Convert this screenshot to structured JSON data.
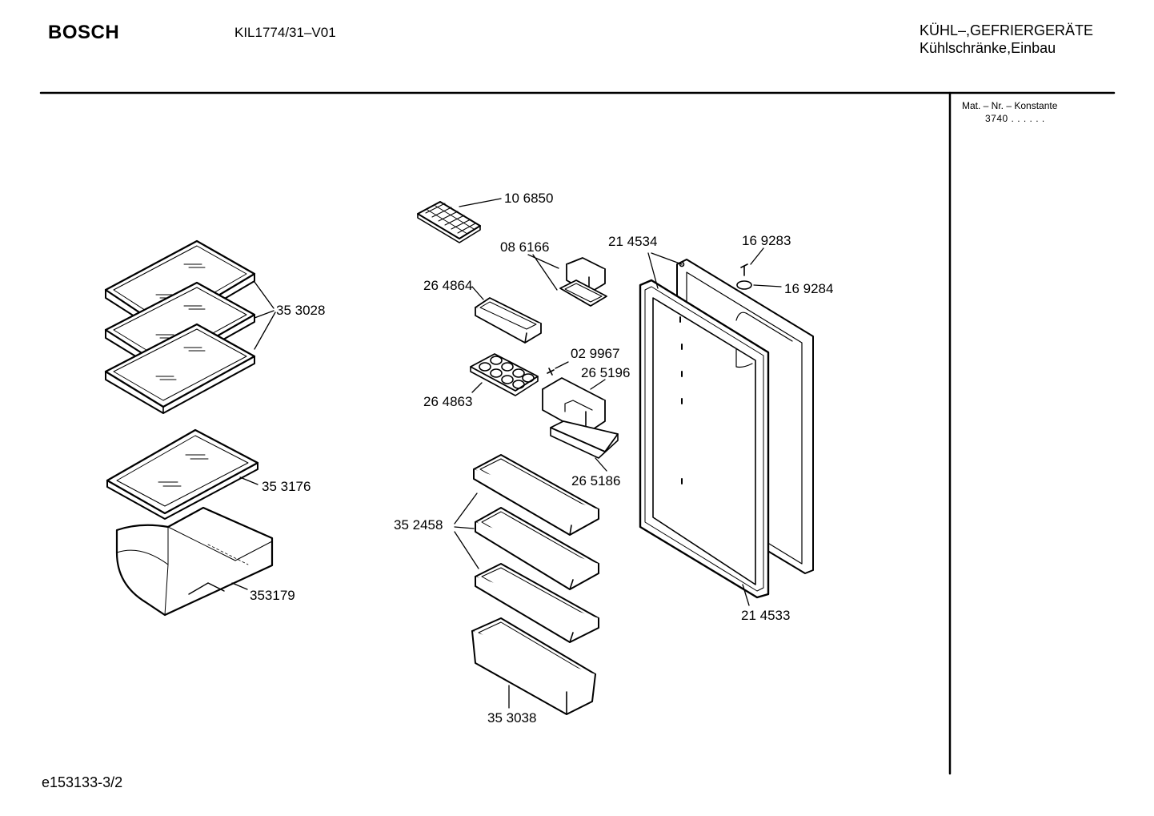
{
  "header": {
    "brand": "BOSCH",
    "model": "KIL1774/31–V01",
    "category_line1": "KÜHL–,GEFRIERGERÄTE",
    "category_line2": "Kühlschränke,Einbau"
  },
  "sidebar": {
    "mat_label": "Mat. – Nr. – Konstante",
    "mat_value": "3740  .  .    .  .  .  ."
  },
  "footer": {
    "doc_id": "e153133-3/2"
  },
  "parts": {
    "p106850": "10 6850",
    "p086166": "08 6166",
    "p214534": "21 4534",
    "p169283": "16 9283",
    "p169284": "16 9284",
    "p264864": "26 4864",
    "p353028": "35 3028",
    "p029967": "02 9967",
    "p265196": "26 5196",
    "p264863": "26 4863",
    "p265186": "26 5186",
    "p353176": "35 3176",
    "p352458": "35 2458",
    "p353179": "353179",
    "p214533": "21 4533",
    "p353038": "35 3038"
  }
}
